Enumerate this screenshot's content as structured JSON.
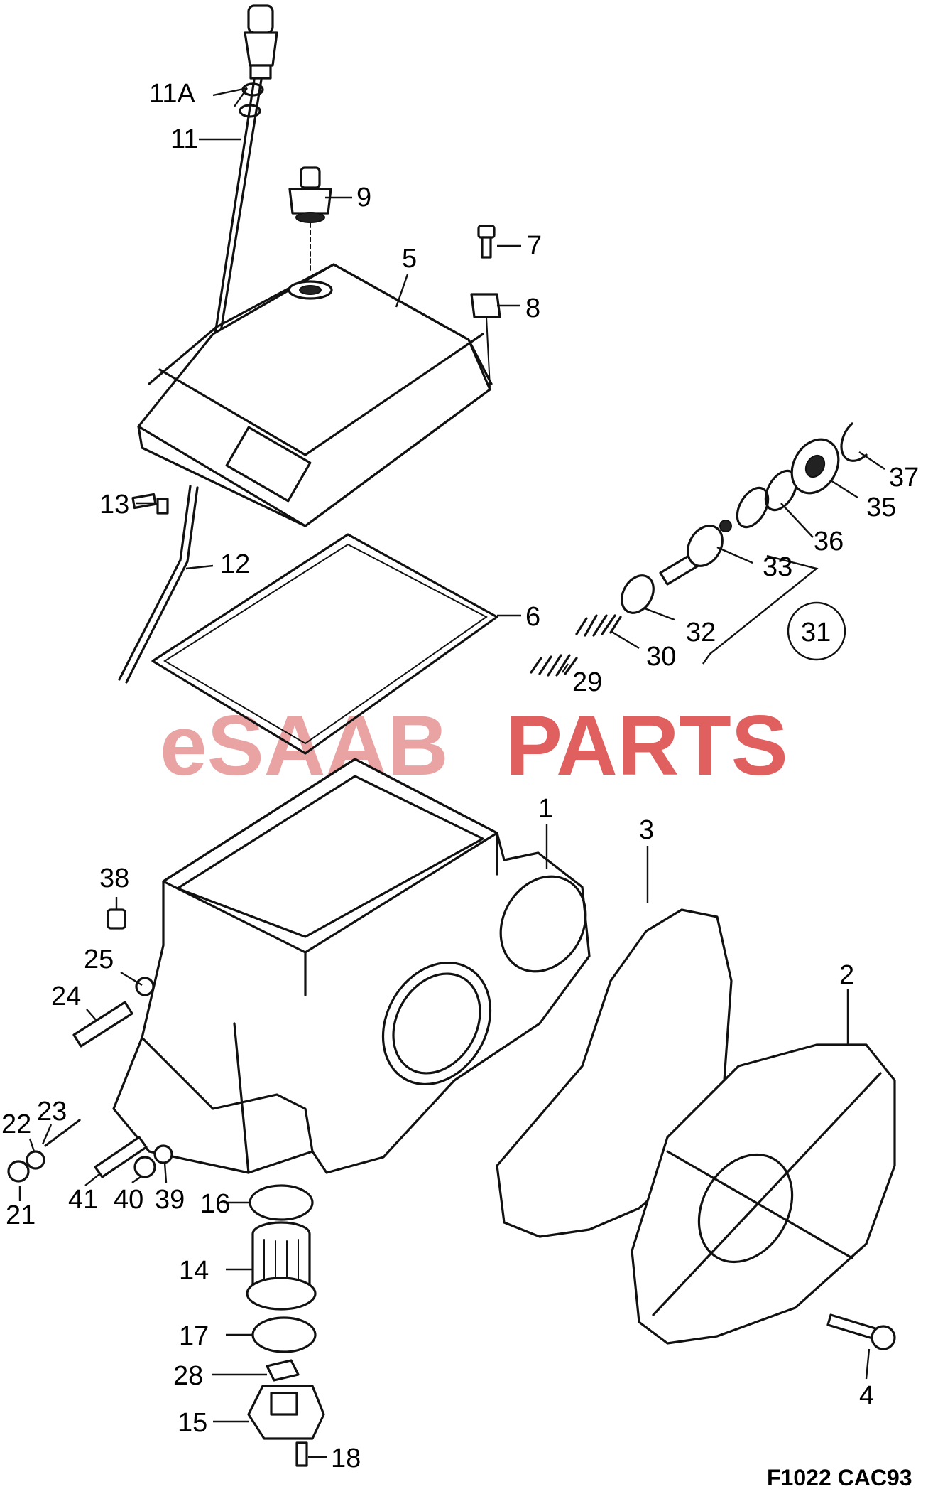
{
  "watermark": {
    "prefix": "eSAAB",
    "suffix": "PARTS",
    "prefix_color": "#e9a3a3",
    "suffix_color": "#e06060"
  },
  "drawing_code": "F1022  CAC93",
  "callouts": {
    "c1": "1",
    "c2": "2",
    "c3": "3",
    "c4": "4",
    "c5": "5",
    "c6": "6",
    "c7": "7",
    "c8": "8",
    "c9": "9",
    "c11": "11",
    "c11a": "11A",
    "c12": "12",
    "c13": "13",
    "c14": "14",
    "c15": "15",
    "c16": "16",
    "c17": "17",
    "c18": "18",
    "c21": "21",
    "c22": "22",
    "c23": "23",
    "c24": "24",
    "c25": "25",
    "c28": "28",
    "c29": "29",
    "c30": "30",
    "c31": "31",
    "c32": "32",
    "c33": "33",
    "c35": "35",
    "c36": "36",
    "c37": "37",
    "c38": "38",
    "c39": "39",
    "c40": "40",
    "c41": "41"
  }
}
